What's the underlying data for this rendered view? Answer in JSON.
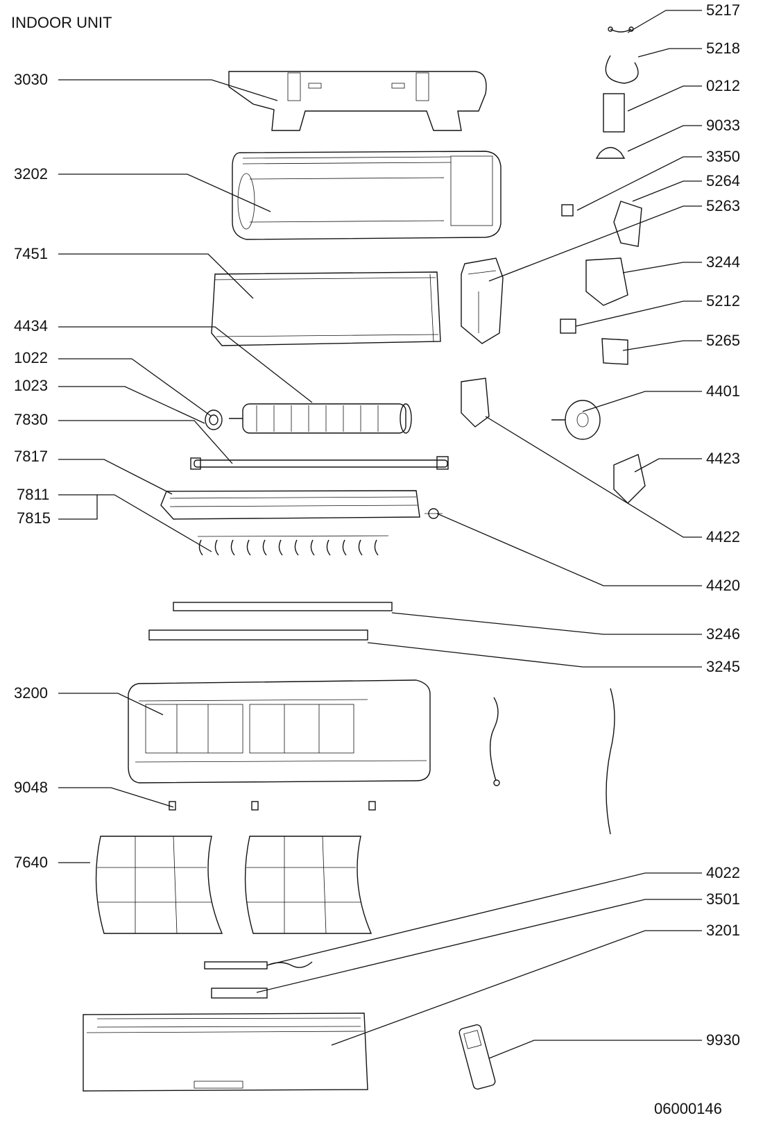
{
  "title": "INDOOR UNIT",
  "drawing_number": "06000146",
  "left_labels": [
    "3030",
    "3202",
    "7451",
    "4434",
    "1022",
    "1023",
    "7830",
    "7817",
    "7811",
    "7815",
    "3200",
    "9048",
    "7640"
  ],
  "right_labels": [
    "5217",
    "5218",
    "0212",
    "9033",
    "3350",
    "5264",
    "5263",
    "3244",
    "5212",
    "5265",
    "4401",
    "4423",
    "4422",
    "4420",
    "3246",
    "3245",
    "4022",
    "3501",
    "3201",
    "9930"
  ]
}
